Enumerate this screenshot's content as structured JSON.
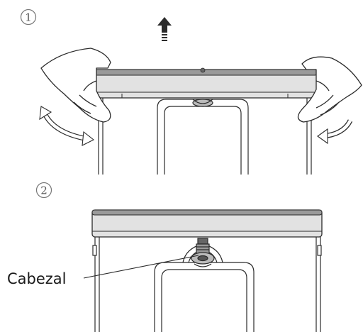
{
  "steps": [
    {
      "number": "1"
    },
    {
      "number": "2"
    }
  ],
  "callout": {
    "label": "Cabezal"
  },
  "colors": {
    "line": "#2b2b2b",
    "frame_fill": "#ffffff",
    "lid_band": "#8a8a8a",
    "lid_fill": "#d8d8d8",
    "hand_fill": "#ffffff",
    "arrow_fill": "#2b2b2b",
    "step_circle": "#777777"
  },
  "icons": {
    "up_arrow": "up-arrow-icon",
    "rotate_left": "rotate-ccw-icon",
    "rotate_right": "rotate-cw-icon"
  }
}
